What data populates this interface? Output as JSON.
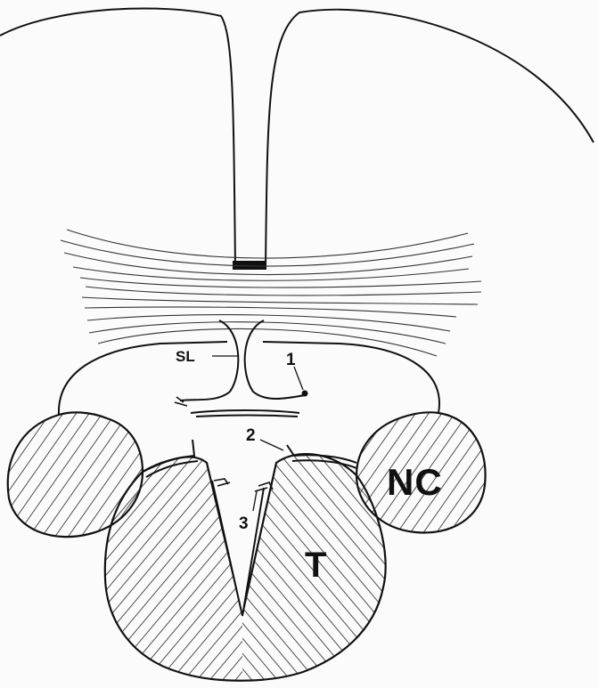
{
  "labels": {
    "sl": "SL",
    "one": "1",
    "two": "2",
    "three": "3",
    "nc": "NC",
    "t": "T"
  },
  "colors": {
    "ink": "#111111",
    "paper": "#fbfbfb"
  }
}
